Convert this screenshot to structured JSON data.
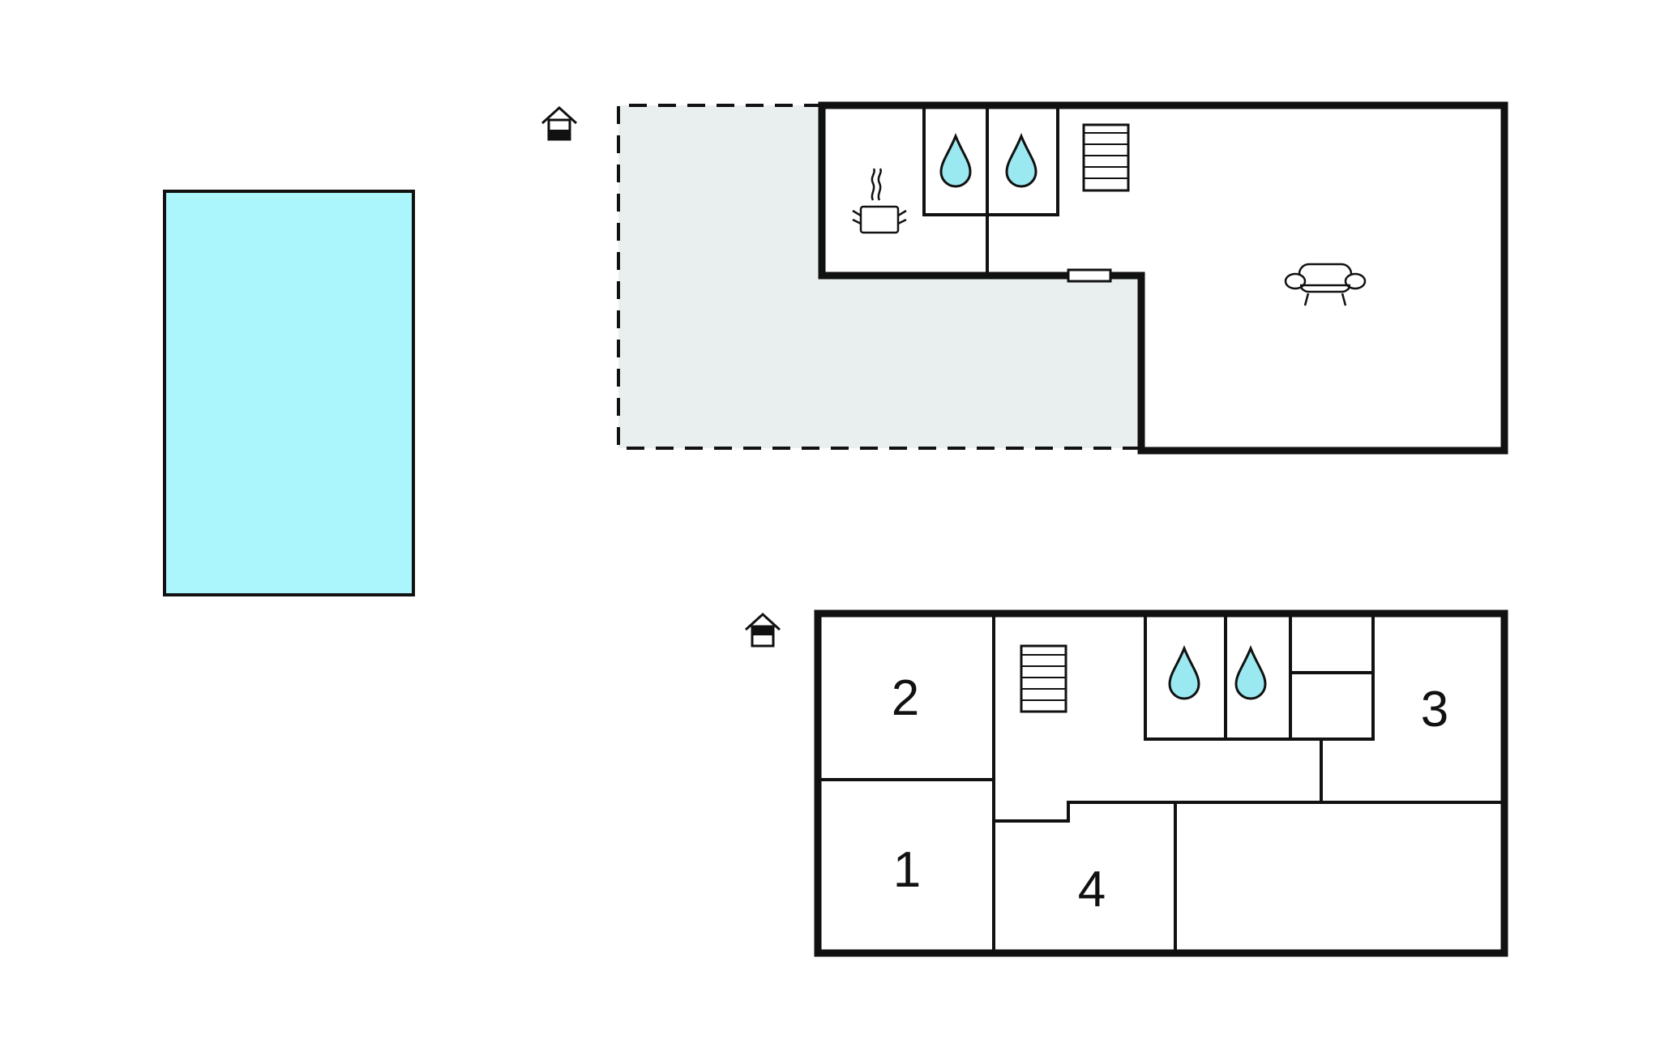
{
  "colors": {
    "wall": "#111111",
    "pool": "#aaf6fc",
    "terrace": "#e8efee",
    "water_drop": "#9be9f0",
    "background": "#ffffff"
  },
  "pool": {
    "icon": "swimming-pool"
  },
  "ground_floor": {
    "icons": [
      "entrance-house-icon",
      "kitchen-pot-icon",
      "bathroom-drop-icon",
      "bathroom-drop-icon",
      "staircase-icon",
      "sofa-icon",
      "door-icon"
    ],
    "terrace": "covered-terrace"
  },
  "upper_floor": {
    "icons": [
      "entrance-house-icon",
      "staircase-icon",
      "bathroom-drop-icon",
      "bathroom-drop-icon"
    ],
    "room_labels": {
      "room_1": "1",
      "room_2": "2",
      "room_3": "3",
      "room_4": "4"
    }
  }
}
